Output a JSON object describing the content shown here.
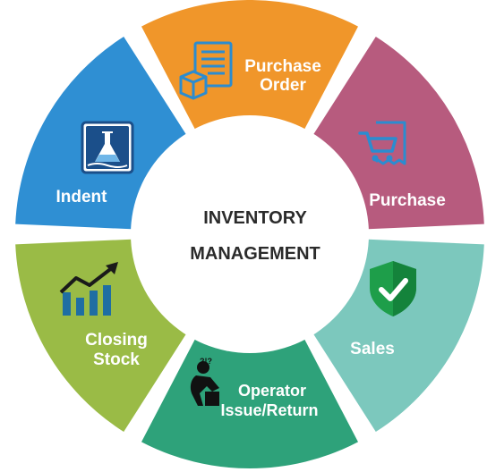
{
  "center": {
    "line1": "INVENTORY",
    "line2": "MANAGEMENT"
  },
  "segments": [
    {
      "id": "purchase-order",
      "label_lines": [
        "Purchase",
        "Order"
      ],
      "color": "#f0962a",
      "icon": "document-box-icon"
    },
    {
      "id": "purchase",
      "label_lines": [
        "Purchase"
      ],
      "color": "#b75b7e",
      "icon": "cart-receipt-icon"
    },
    {
      "id": "sales",
      "label_lines": [
        "Sales"
      ],
      "color": "#7cc8bd",
      "icon": "shield-check-icon"
    },
    {
      "id": "operator-issue-return",
      "label_lines": [
        "Operator",
        "Issue/Return"
      ],
      "color": "#2ea27a",
      "icon": "worker-icon"
    },
    {
      "id": "closing-stock",
      "label_lines": [
        "Closing",
        "Stock"
      ],
      "color": "#9abb46",
      "icon": "growth-chart-icon"
    },
    {
      "id": "indent",
      "label_lines": [
        "Indent"
      ],
      "color": "#2f8fd3",
      "icon": "flask-icon"
    }
  ]
}
